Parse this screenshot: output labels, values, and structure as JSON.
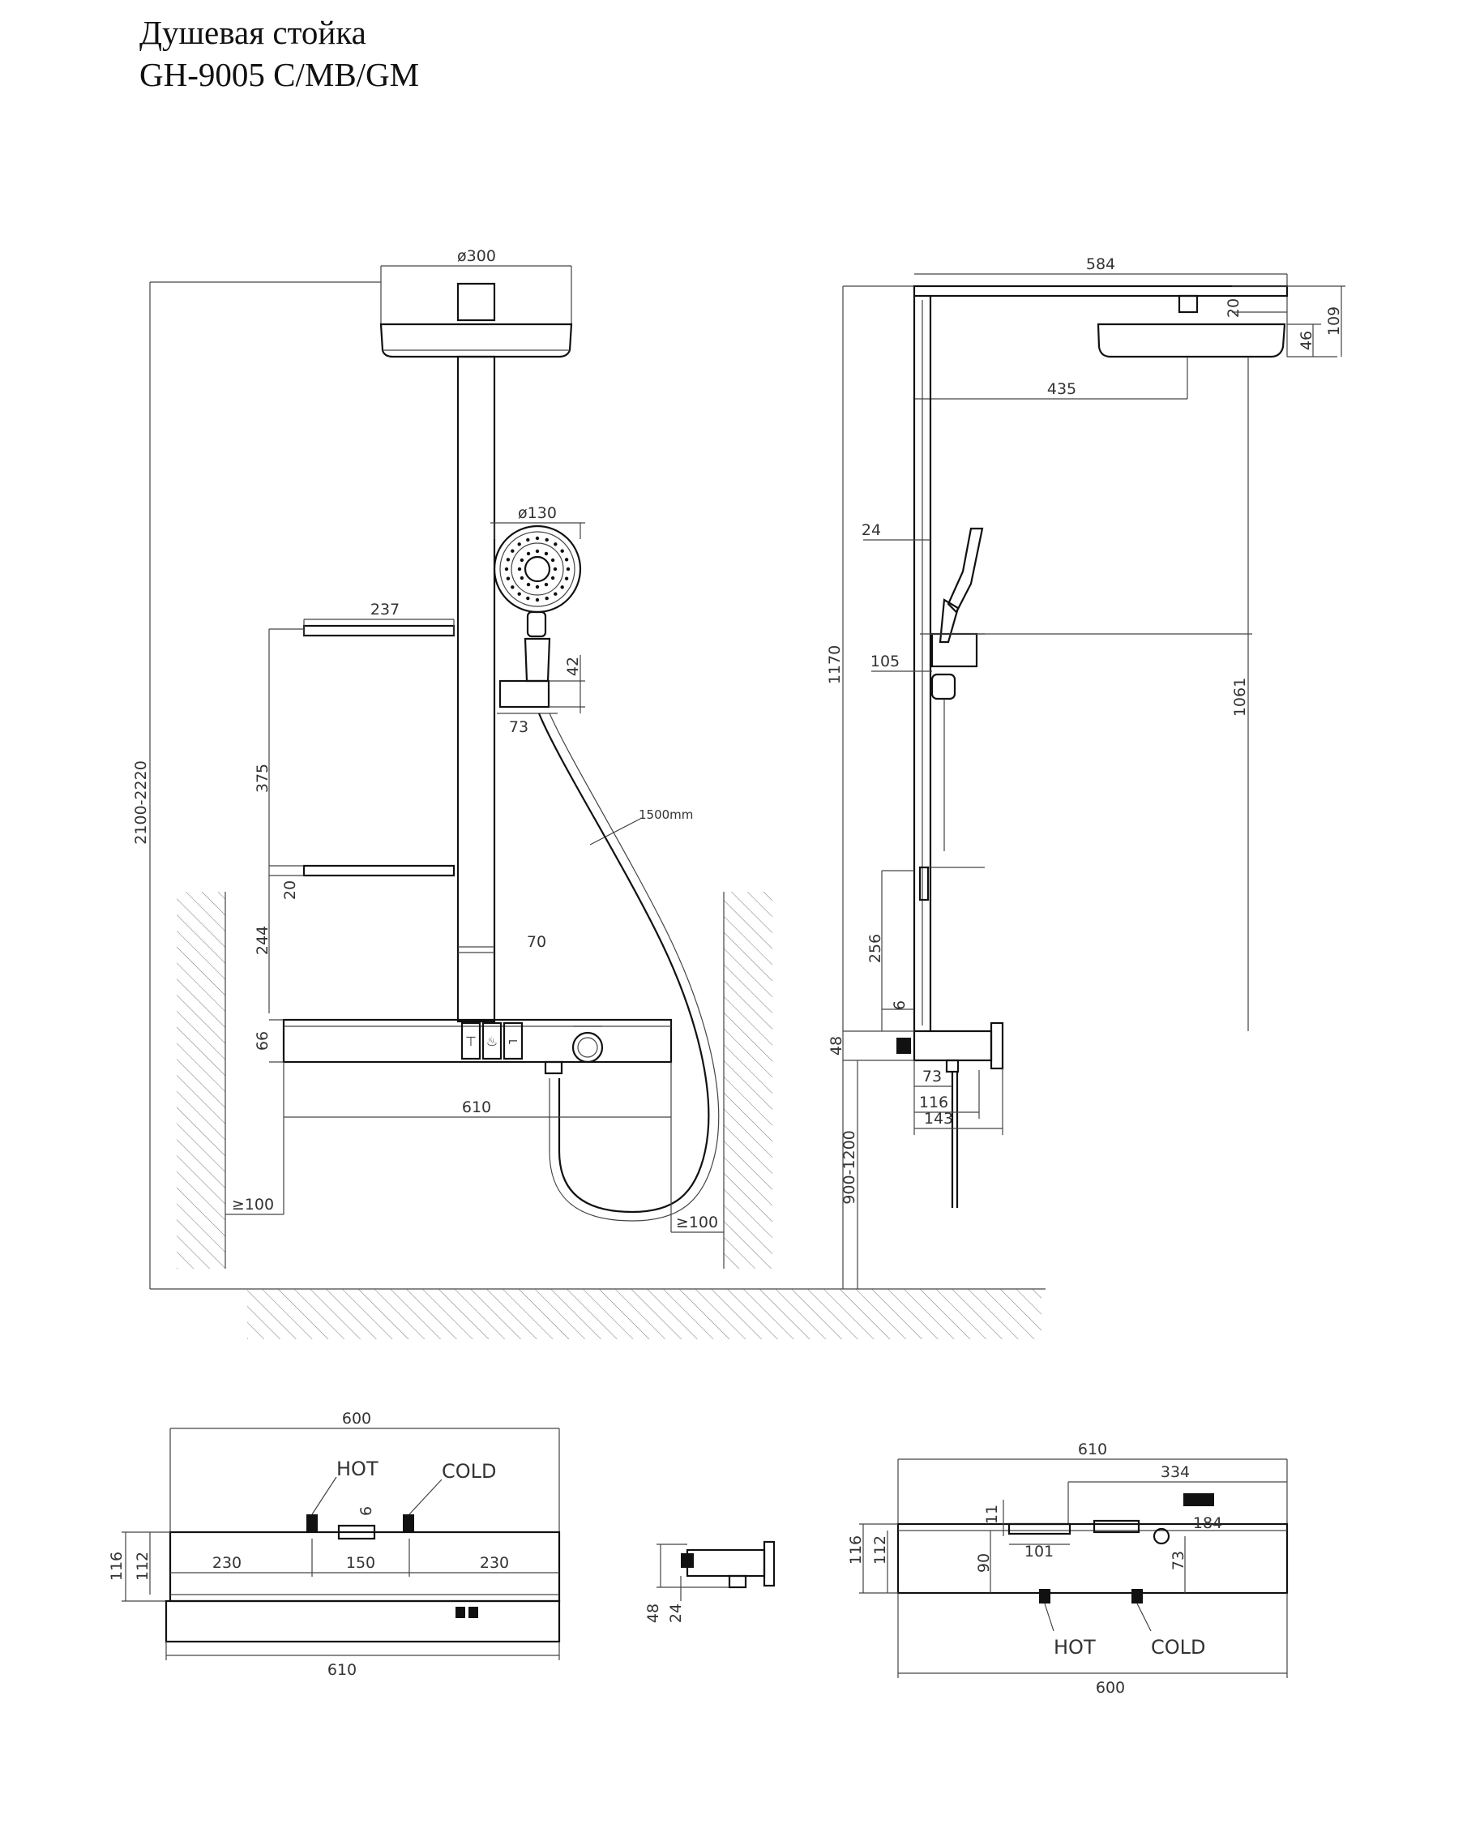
{
  "title": {
    "line1": "Душевая стойка",
    "line2": "GH-9005 C/MB/GM"
  },
  "front_view": {
    "head_diameter": "ø300",
    "hand_diameter": "ø130",
    "shelf_width": "237",
    "shelf_spacing": "375",
    "shelf_thickness": "20",
    "shelf_to_mixer": "244",
    "pipe_offset": "70",
    "holder_height": "42",
    "holder_width": "73",
    "hose_length": "1500mm",
    "total_height": "2100-2220",
    "mixer_height": "66",
    "mixer_width": "610",
    "clearance_left": "≥100",
    "clearance_right": "≥100"
  },
  "side_view": {
    "arm_length": "584",
    "head_offset": "435",
    "head_top": "20",
    "head_thickness": "46",
    "head_total": "109",
    "rail_depth": "24",
    "shelf_depth": "105",
    "height_1170": "1170",
    "height_1061": "1061",
    "lower_shelf": "256",
    "gap": "6",
    "mixer_depth": "48",
    "spout_73": "73",
    "spout_116": "116",
    "spout_143": "143",
    "install_height": "900-1200"
  },
  "bottom_left": {
    "top_width": "600",
    "hot_label": "HOT",
    "cold_label": "COLD",
    "small_gap": "6",
    "seg_left": "230",
    "seg_mid": "150",
    "seg_right": "230",
    "depth_outer": "116",
    "depth_inner": "112",
    "bottom_width": "610"
  },
  "bottom_mid": {
    "height_48": "48",
    "height_24": "24"
  },
  "bottom_right": {
    "top_width": "610",
    "sub_width": "334",
    "shelf_11": "11",
    "shelf_101": "101",
    "dim_184": "184",
    "depth_outer": "116",
    "depth_inner": "112",
    "dim_90": "90",
    "dim_73": "73",
    "hot_label": "HOT",
    "cold_label": "COLD",
    "bottom_width": "600"
  }
}
